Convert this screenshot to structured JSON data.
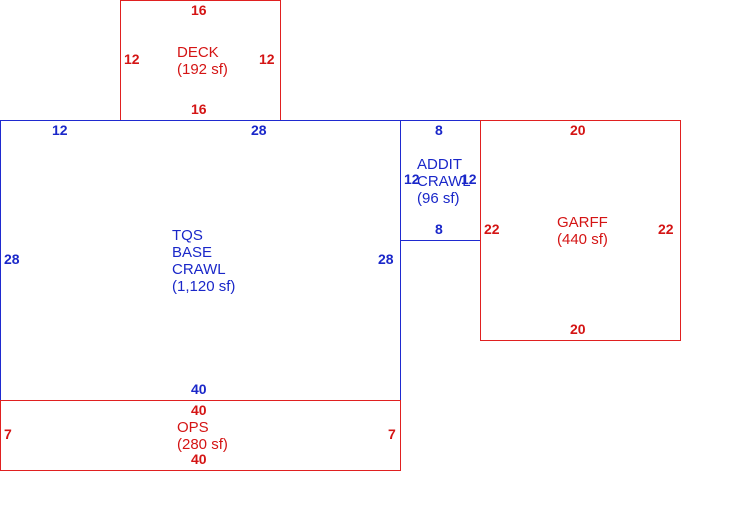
{
  "colors": {
    "red": "#e02020",
    "blue": "#1f2ad0"
  },
  "areas": {
    "deck": {
      "name": "DECK",
      "area": "(192 sf)",
      "dims": {
        "top": "16",
        "bottom": "16",
        "left": "12",
        "right": "12"
      }
    },
    "main": {
      "line1": "TQS",
      "line2": "BASE",
      "line3": "CRAWL",
      "area": "(1,120 sf)",
      "dims": {
        "top_left": "12",
        "top": "28",
        "left": "28",
        "right": "28",
        "bottom": "40"
      }
    },
    "addit": {
      "line1": "ADDIT",
      "line2": "CRAWL",
      "area": "(96 sf)",
      "dims": {
        "top": "8",
        "bottom": "8",
        "left": "12",
        "right": "12"
      }
    },
    "garff": {
      "name": "GARFF",
      "area": "(440 sf)",
      "dims": {
        "top": "20",
        "bottom": "20",
        "left": "22",
        "right": "22"
      }
    },
    "ops": {
      "name": "OPS",
      "area": "(280 sf)",
      "dims": {
        "top": "40",
        "bottom": "40",
        "left": "7",
        "right": "7"
      }
    }
  }
}
